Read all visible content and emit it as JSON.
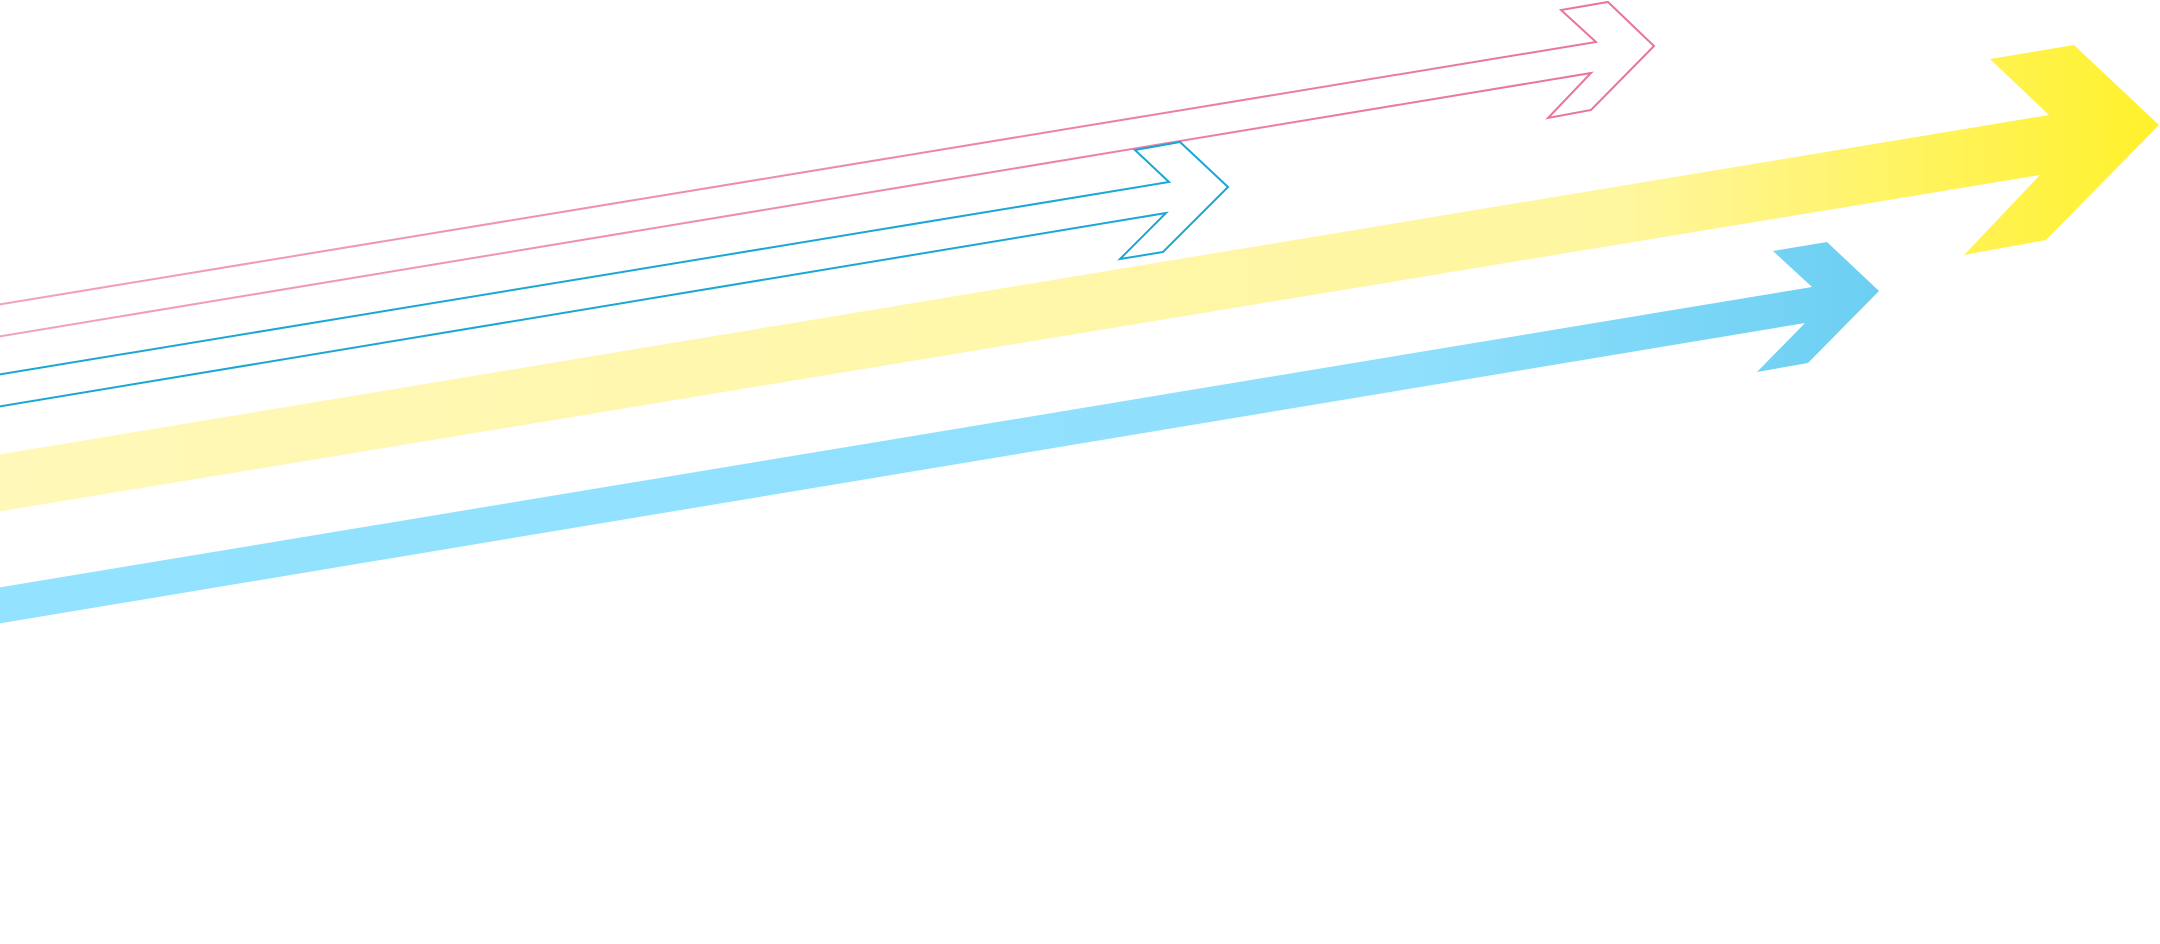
{
  "graphic": {
    "description_icon": "arrows-graphic",
    "arrows": [
      {
        "name": "pink-outline-arrow",
        "style": "outline",
        "stroke": "#f2a1bd",
        "stroke_tip": "#e8739a"
      },
      {
        "name": "blue-outline-arrow",
        "style": "outline",
        "stroke": "#1aa7d6"
      },
      {
        "name": "yellow-filled-arrow",
        "style": "filled",
        "color_start": "#fff8b8",
        "color_mid": "#fff6a0",
        "color_end": "#fff12a"
      },
      {
        "name": "blue-filled-arrow",
        "style": "filled",
        "color_start": "#93e2ff",
        "color_mid": "#90e0fd",
        "color_end": "#6ccff2"
      }
    ]
  }
}
